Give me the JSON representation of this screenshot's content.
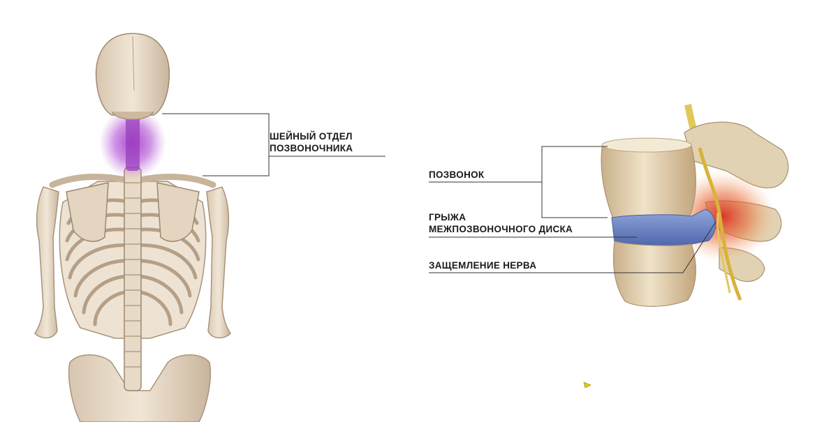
{
  "labels": {
    "cervical_line1": "ШЕЙНЫЙ ОТДЕЛ",
    "cervical_line2": "ПОЗВОНОЧНИКА",
    "vertebra": "ПОЗВОНОК",
    "hernia_line1": "ГРЫЖА",
    "hernia_line2": "МЕЖПОЗВОНОЧНОГО ДИСКА",
    "nerve": "ЗАЩЕМЛЕНИЕ НЕРВА"
  },
  "colors": {
    "bone": "#e9dccb",
    "bone_shadow": "#b9a58e",
    "cervical_highlight": "#a23bc6",
    "disc": "#6d86c7",
    "nerve": "#d9b23a",
    "inflammation": "#e2472b",
    "leader_line": "#333333"
  }
}
